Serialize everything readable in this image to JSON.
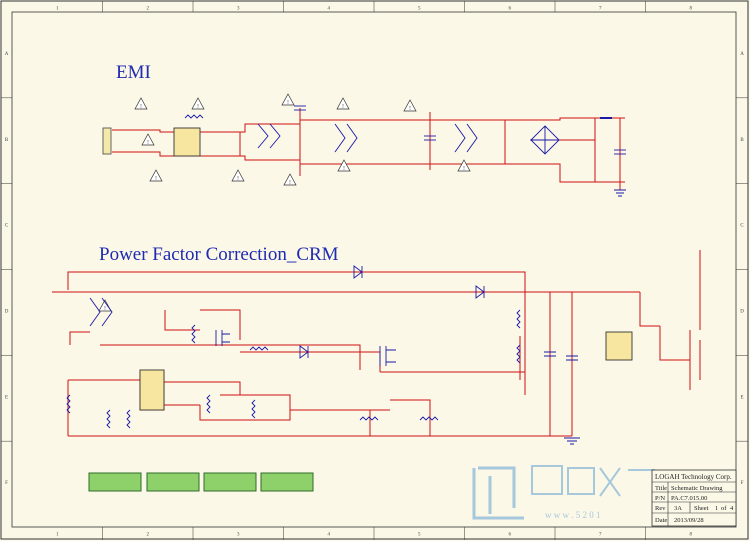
{
  "colors": {
    "background": "#fbf8e8",
    "frame": "#333333",
    "wire": "#cc1111",
    "component": "#1a1aa6",
    "label": "#1a1a66",
    "title_text": "#1f2bb0",
    "warning_fill": "#ffffff",
    "led_fill": "#8ed06a",
    "led_stroke": "#2f6b2a",
    "watermark": "#8ab8d8"
  },
  "sections": {
    "emi_title": "EMI",
    "pfc_title": "Power Factor Correction_CRM"
  },
  "border": {
    "col_marks": [
      "1",
      "2",
      "3",
      "4",
      "5",
      "6",
      "7",
      "8"
    ],
    "row_marks": [
      "A",
      "B",
      "C",
      "D",
      "E",
      "F"
    ]
  },
  "title_block": {
    "company": "LOGAH Technology Corp.",
    "title_label": "Title",
    "title_value": "Schematic Drawing",
    "pn_label": "P/N",
    "pn_value": "PA.C7.015.00",
    "rev_label": "Rev",
    "rev_value": "3A",
    "sheet_label": "Sheet",
    "sheet_value": "1",
    "of_label": "of",
    "of_value": "4",
    "date_label": "Date",
    "date_value": "2013/09/28"
  },
  "watermark": {
    "domain_text": "w w w . 5 2 0 1"
  },
  "icons": {
    "warning": "warning-triangle-icon",
    "diode": "diode-icon",
    "mosfet": "mosfet-icon",
    "ic": "ic-chip-icon"
  }
}
